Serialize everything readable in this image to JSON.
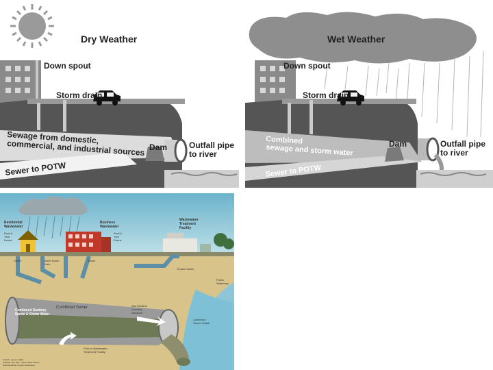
{
  "dry_panel": {
    "title": "Dry Weather",
    "down_spout": "Down spout",
    "storm_drain": "Storm drain",
    "sewage_line1": "Sewage from domestic,",
    "sewage_line2": "commercial, and industrial sources",
    "dam": "Dam",
    "outfall_line1": "Outfall pipe",
    "outfall_line2": "to river",
    "sewer": "Sewer to POTW"
  },
  "wet_panel": {
    "title": "Wet Weather",
    "down_spout": "Down spout",
    "storm_drain": "Storm drain",
    "combined_line1": "Combined",
    "combined_line2": "sewage and storm water",
    "dam": "Dam",
    "outfall_line1": "Outfall pipe",
    "outfall_line2": "to river",
    "sewer": "Sewer to POTW"
  },
  "cso_panel": {
    "residential": [
      "Residential",
      "Wastewater"
    ],
    "business": [
      "Business",
      "Wastewater"
    ],
    "treatment": [
      "Wastewater",
      "Treatment",
      "Facility"
    ],
    "roof_drains_left": [
      "Roof &",
      "Yard",
      "Drains"
    ],
    "roof_drains_right": [
      "Roof &",
      "Yard",
      "Drains"
    ],
    "sewer_left": "Sewer",
    "street_storm": [
      "Street Storm",
      "Drain"
    ],
    "sewer_right": "Sewer",
    "treated_water": "Treated Water",
    "public_waterway": [
      "Public",
      "Waterway"
    ],
    "combined_sewer": "Combined Sewer",
    "wet_weather": [
      "Wet Weather",
      "Overflow",
      "Structure"
    ],
    "combined_sanitary": [
      "Combined Sanitary",
      "Waste & Storm Water"
    ],
    "combined_outfall": [
      "Combined",
      "Sewer Outfall"
    ],
    "flow_to_treatment": [
      "Flow to Wastewater",
      "Treatment Facility"
    ],
    "credit": [
      "Artwork: Lauren Leffler",
      "Adapted from EPA - Clean Water Needs",
      "Documentation Program Illustration"
    ]
  }
}
